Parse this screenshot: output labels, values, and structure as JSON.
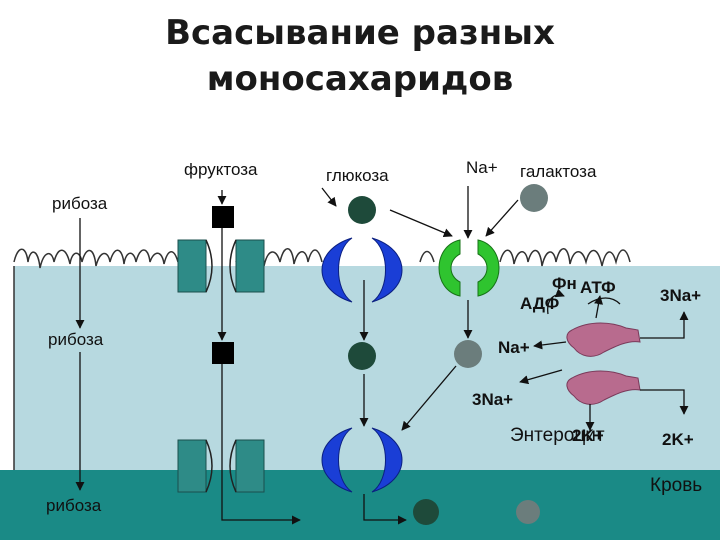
{
  "title_line1": "Всасывание  разных",
  "title_line2": "моносахаридов",
  "labels": {
    "fructose": "фруктоза",
    "glucose": "глюкоза",
    "na_top": "Na+",
    "galactose": "галактоза",
    "ribose_top": "рибоза",
    "ribose_mid": "рибоза",
    "ribose_bottom": "рибоза",
    "fn": "Фн",
    "atf": "АТФ",
    "adf": "АДФ",
    "na_pump": "Na+",
    "three_na_right": "3Na+",
    "three_na_mid": "3Na+",
    "enterocyte": "Энтероцит",
    "two_k_over": "2K+",
    "two_k_right": "2K+",
    "blood": "Кровь"
  },
  "colors": {
    "cell": "#b7d9e0",
    "blood": "#1a8a86",
    "glut5": "#2e8b87",
    "sglt": "#1a3ed6",
    "galactose_transporter": "#2fc42f",
    "pump": "#b86b8e",
    "glucose_ball": "#1e4a3a",
    "galactose_ball": "#6b7d7c",
    "fructose_square": "#000000"
  }
}
